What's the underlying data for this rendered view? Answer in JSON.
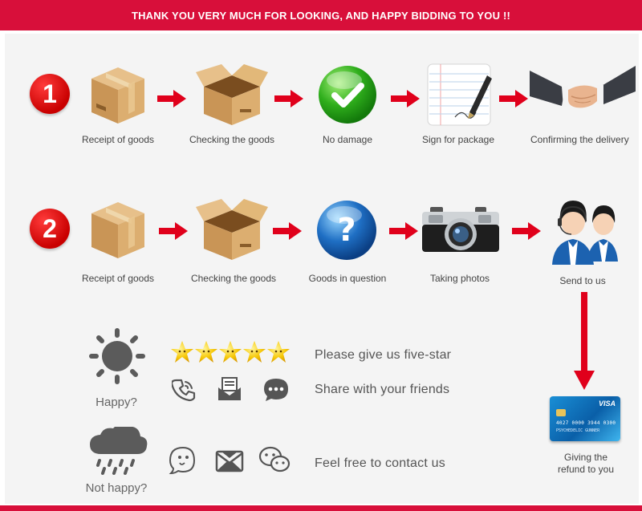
{
  "banner": {
    "text": "THANK YOU VERY MUCH FOR LOOKING, AND HAPPY BIDDING TO YOU !!"
  },
  "process": {
    "step1": {
      "number": "1",
      "items": [
        {
          "label": "Receipt of goods",
          "icon": "closed-box-icon"
        },
        {
          "label": "Checking the goods",
          "icon": "open-box-icon"
        },
        {
          "label": "No damage",
          "icon": "green-check-icon"
        },
        {
          "label": "Sign for package",
          "icon": "signature-paper-icon"
        },
        {
          "label": "Confirming the delivery",
          "icon": "handshake-icon"
        }
      ]
    },
    "step2": {
      "number": "2",
      "items": [
        {
          "label": "Receipt of goods",
          "icon": "closed-box-icon"
        },
        {
          "label": "Checking the goods",
          "icon": "open-box-icon"
        },
        {
          "label": "Goods in question",
          "icon": "question-mark-icon"
        },
        {
          "label": "Taking photos",
          "icon": "camera-icon"
        },
        {
          "label": "Send to us",
          "icon": "support-agents-icon"
        }
      ]
    }
  },
  "happy": {
    "label": "Happy?",
    "rating_stars": 5,
    "actions": [
      {
        "text": "Please give us five-star"
      },
      {
        "text": "Share with your friends"
      }
    ]
  },
  "unhappy": {
    "label": "Not happy?",
    "actions": [
      {
        "text": "Feel free to contact us"
      }
    ]
  },
  "refund": {
    "label_line1": "Giving the",
    "label_line2": "refund to you",
    "card": {
      "brand": "VISA",
      "number": "4027 0000 3944 0300",
      "holder": "PSYCHEDELIC GUNNER"
    }
  },
  "colors": {
    "brand_red": "#d80f3a",
    "arrow_red": "#e0001b",
    "panel_bg": "#f4f4f4"
  }
}
